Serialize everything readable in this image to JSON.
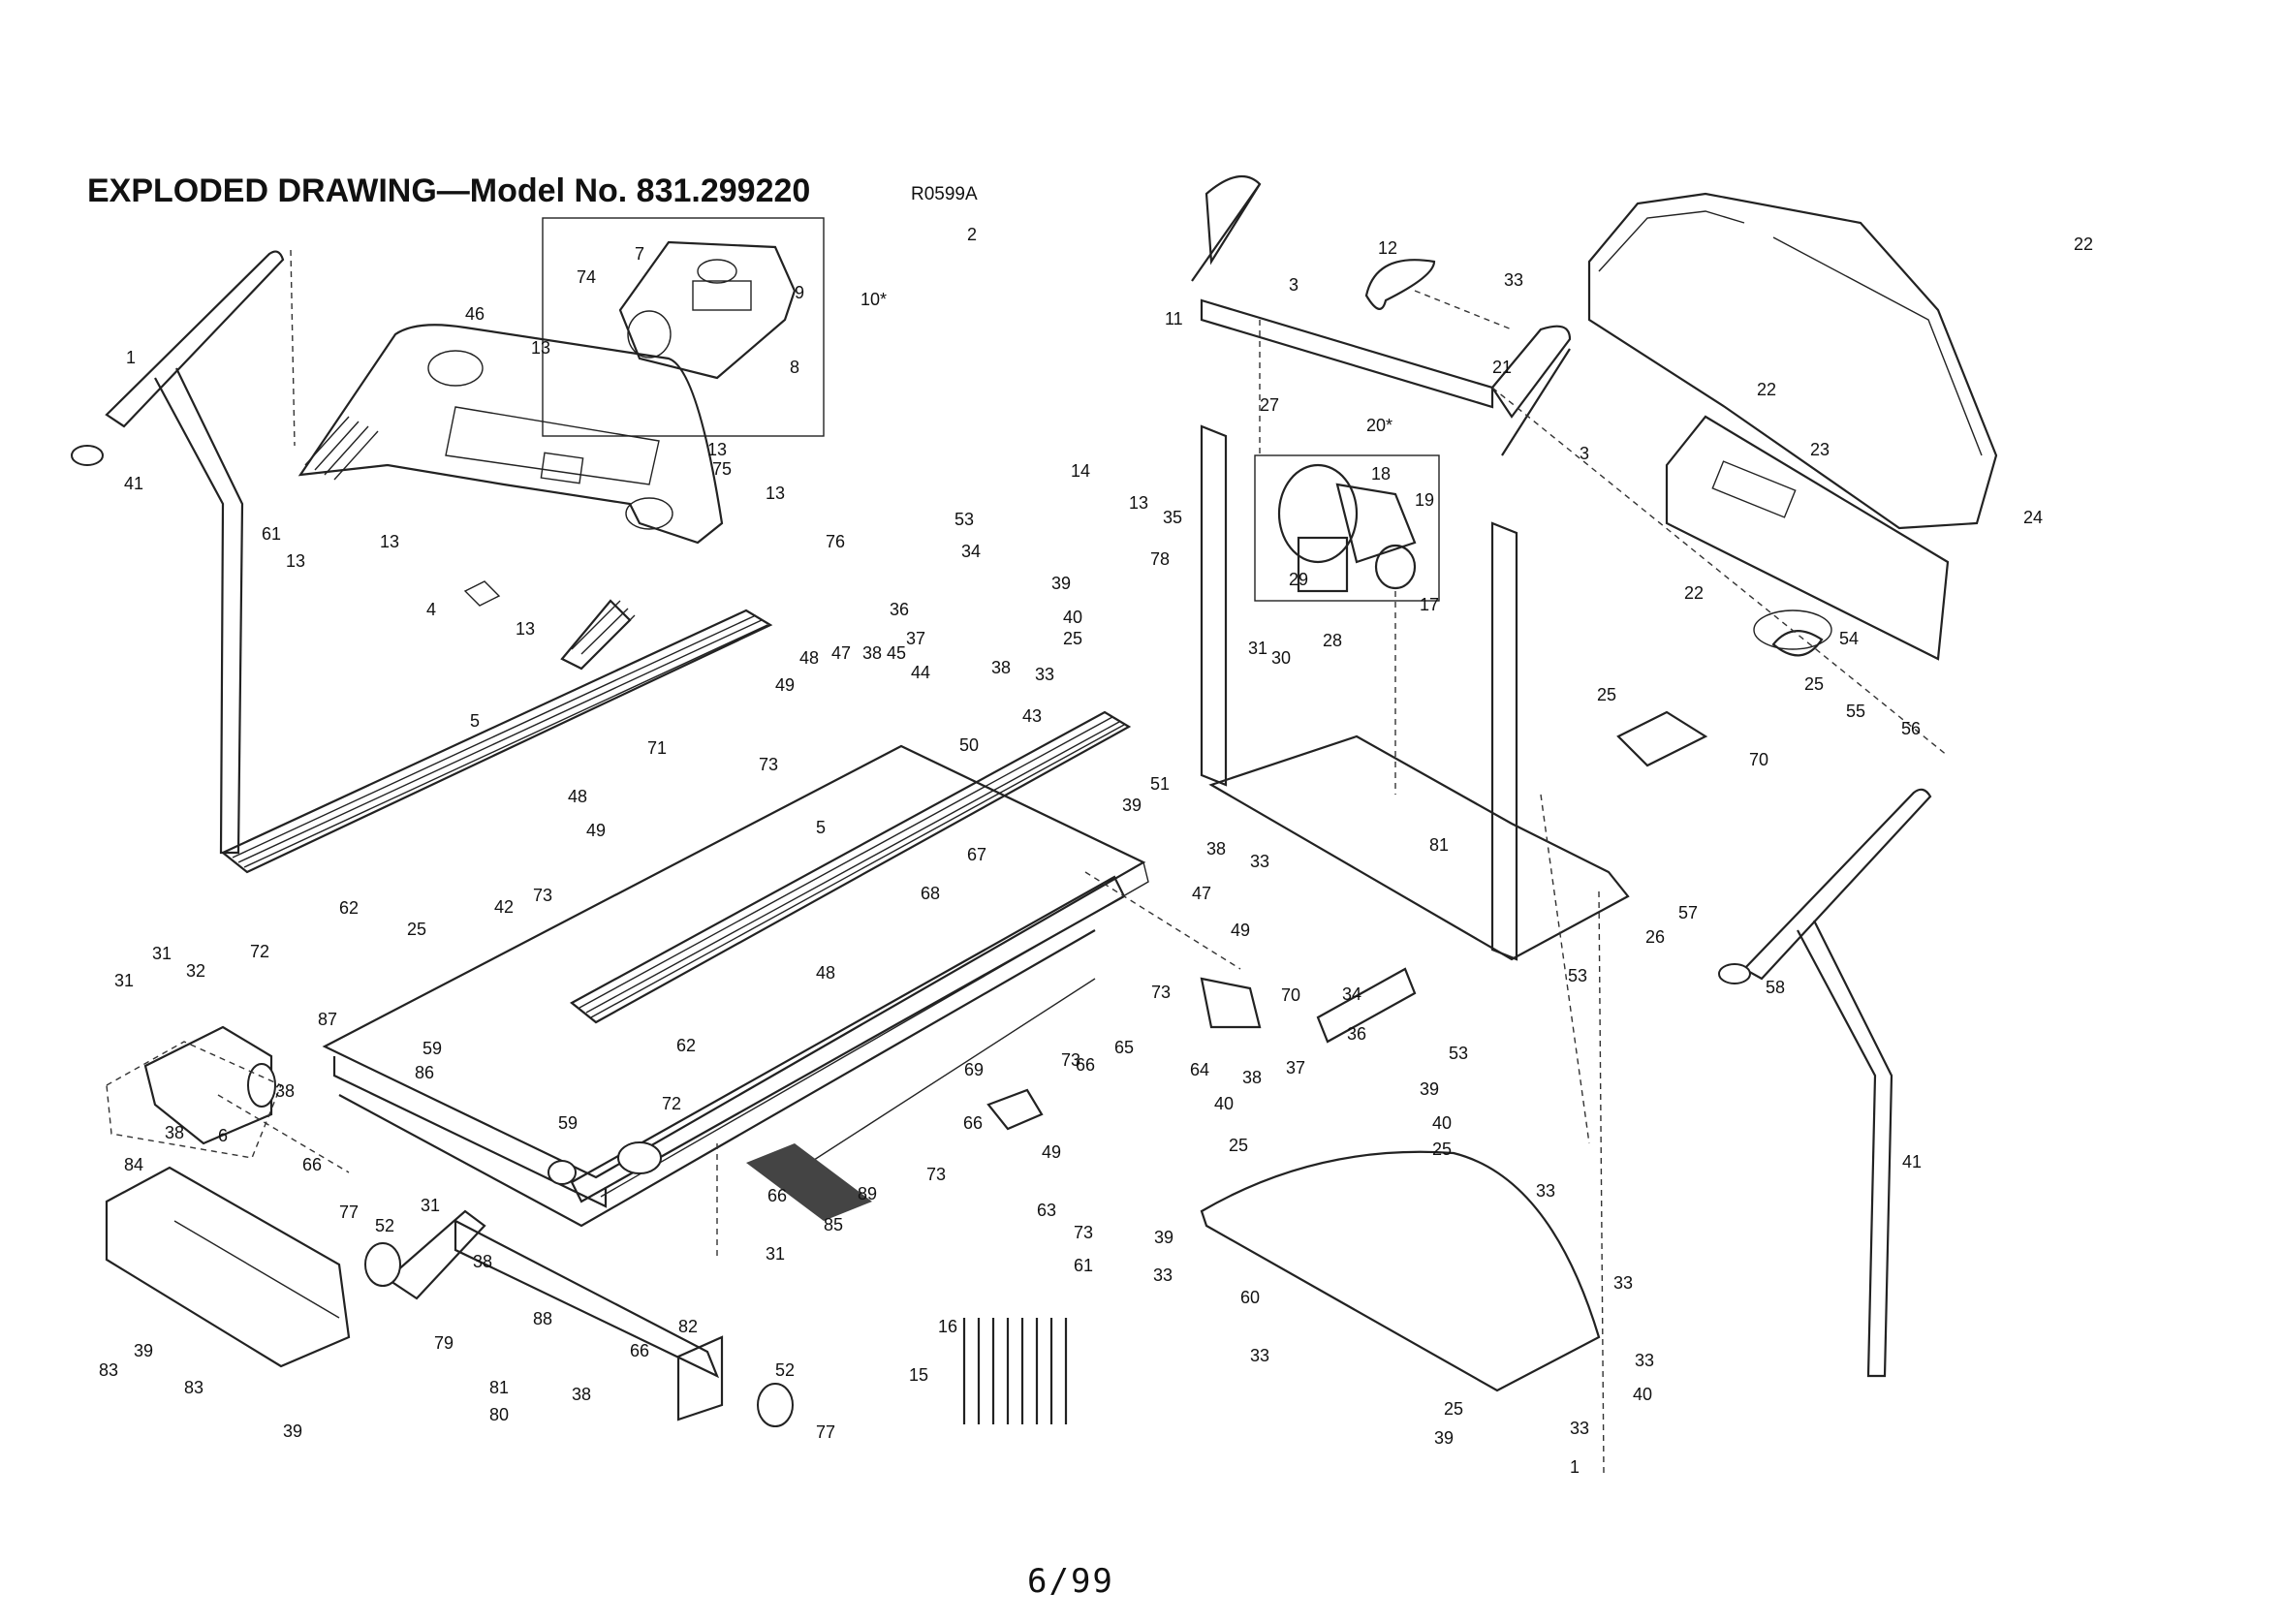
{
  "header": {
    "title": "EXPLODED DRAWING—Model No. 831.299220",
    "drawing_id": "R0599A"
  },
  "footer": {
    "page_number": "6/99"
  },
  "callouts": [
    {
      "label": "1"
    },
    {
      "label": "41"
    },
    {
      "label": "46"
    },
    {
      "label": "13"
    },
    {
      "label": "7"
    },
    {
      "label": "74"
    },
    {
      "label": "9"
    },
    {
      "label": "10*"
    },
    {
      "label": "8"
    },
    {
      "label": "13"
    },
    {
      "label": "75"
    },
    {
      "label": "61"
    },
    {
      "label": "13"
    },
    {
      "label": "13"
    },
    {
      "label": "4"
    },
    {
      "label": "13"
    },
    {
      "label": "13"
    },
    {
      "label": "76"
    },
    {
      "label": "5"
    },
    {
      "label": "2"
    },
    {
      "label": "14"
    },
    {
      "label": "35"
    },
    {
      "label": "53"
    },
    {
      "label": "34"
    },
    {
      "label": "36"
    },
    {
      "label": "37"
    },
    {
      "label": "39"
    },
    {
      "label": "40"
    },
    {
      "label": "25"
    },
    {
      "label": "38"
    },
    {
      "label": "13"
    },
    {
      "label": "78"
    },
    {
      "label": "48"
    },
    {
      "label": "47"
    },
    {
      "label": "38"
    },
    {
      "label": "45"
    },
    {
      "label": "44"
    },
    {
      "label": "33"
    },
    {
      "label": "43"
    },
    {
      "label": "49"
    },
    {
      "label": "73"
    },
    {
      "label": "50"
    },
    {
      "label": "71"
    },
    {
      "label": "48"
    },
    {
      "label": "49"
    },
    {
      "label": "73"
    },
    {
      "label": "5"
    },
    {
      "label": "67"
    },
    {
      "label": "62"
    },
    {
      "label": "42"
    },
    {
      "label": "25"
    },
    {
      "label": "72"
    },
    {
      "label": "31"
    },
    {
      "label": "32"
    },
    {
      "label": "31"
    },
    {
      "label": "87"
    },
    {
      "label": "59"
    },
    {
      "label": "86"
    },
    {
      "label": "38"
    },
    {
      "label": "38"
    },
    {
      "label": "6"
    },
    {
      "label": "68"
    },
    {
      "label": "48"
    },
    {
      "label": "62"
    },
    {
      "label": "72"
    },
    {
      "label": "59"
    },
    {
      "label": "66"
    },
    {
      "label": "84"
    },
    {
      "label": "77"
    },
    {
      "label": "52"
    },
    {
      "label": "31"
    },
    {
      "label": "66"
    },
    {
      "label": "85"
    },
    {
      "label": "89"
    },
    {
      "label": "73"
    },
    {
      "label": "66"
    },
    {
      "label": "69"
    },
    {
      "label": "66"
    },
    {
      "label": "73"
    },
    {
      "label": "65"
    },
    {
      "label": "49"
    },
    {
      "label": "31"
    },
    {
      "label": "38"
    },
    {
      "label": "79"
    },
    {
      "label": "66"
    },
    {
      "label": "83"
    },
    {
      "label": "39"
    },
    {
      "label": "88"
    },
    {
      "label": "82"
    },
    {
      "label": "83"
    },
    {
      "label": "39"
    },
    {
      "label": "81"
    },
    {
      "label": "80"
    },
    {
      "label": "38"
    },
    {
      "label": "52"
    },
    {
      "label": "77"
    },
    {
      "label": "63"
    },
    {
      "label": "73"
    },
    {
      "label": "61"
    },
    {
      "label": "16"
    },
    {
      "label": "15"
    },
    {
      "label": "11"
    },
    {
      "label": "12"
    },
    {
      "label": "3"
    },
    {
      "label": "21"
    },
    {
      "label": "27"
    },
    {
      "label": "20*"
    },
    {
      "label": "18"
    },
    {
      "label": "19"
    },
    {
      "label": "29"
    },
    {
      "label": "3"
    },
    {
      "label": "17"
    },
    {
      "label": "31"
    },
    {
      "label": "30"
    },
    {
      "label": "28"
    },
    {
      "label": "51"
    },
    {
      "label": "39"
    },
    {
      "label": "38"
    },
    {
      "label": "33"
    },
    {
      "label": "47"
    },
    {
      "label": "49"
    },
    {
      "label": "73"
    },
    {
      "label": "70"
    },
    {
      "label": "64"
    },
    {
      "label": "34"
    },
    {
      "label": "53"
    },
    {
      "label": "38"
    },
    {
      "label": "37"
    },
    {
      "label": "36"
    },
    {
      "label": "39"
    },
    {
      "label": "40"
    },
    {
      "label": "25"
    },
    {
      "label": "81"
    },
    {
      "label": "53"
    },
    {
      "label": "40"
    },
    {
      "label": "25"
    },
    {
      "label": "33"
    },
    {
      "label": "33"
    },
    {
      "label": "39"
    },
    {
      "label": "33"
    },
    {
      "label": "60"
    },
    {
      "label": "33"
    },
    {
      "label": "33"
    },
    {
      "label": "40"
    },
    {
      "label": "25"
    },
    {
      "label": "39"
    },
    {
      "label": "33"
    },
    {
      "label": "33"
    },
    {
      "label": "22"
    },
    {
      "label": "22"
    },
    {
      "label": "23"
    },
    {
      "label": "24"
    },
    {
      "label": "22"
    },
    {
      "label": "25"
    },
    {
      "label": "54"
    },
    {
      "label": "55"
    },
    {
      "label": "56"
    },
    {
      "label": "25"
    },
    {
      "label": "70"
    },
    {
      "label": "26"
    },
    {
      "label": "57"
    },
    {
      "label": "58"
    },
    {
      "label": "41"
    },
    {
      "label": "1"
    },
    {
      "label": "33"
    }
  ]
}
